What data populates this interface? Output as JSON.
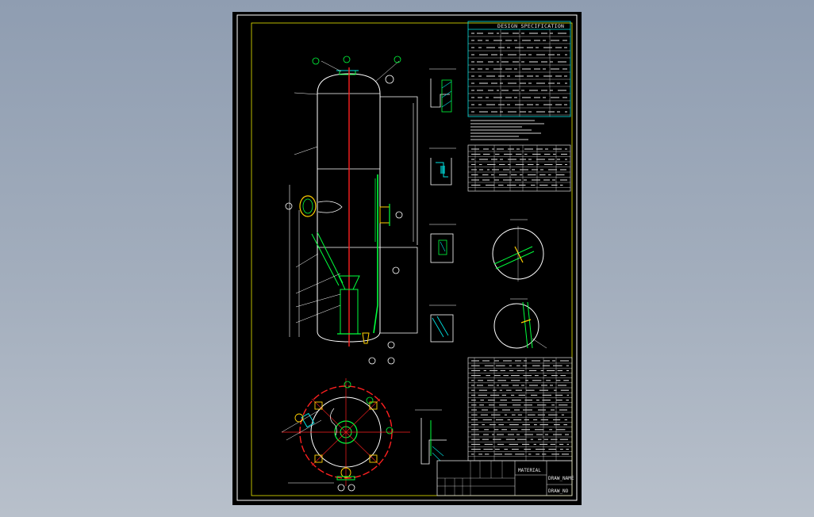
{
  "drawing": {
    "spec_title": "DESIGN SPECIFICATION",
    "material_label": "MATERIAL",
    "drawing_name_label": "DRAW_NAME",
    "drawing_number_label": "DRAW_NO"
  },
  "colors": {
    "background": "#000000",
    "frame": "#ffffff",
    "outline": "#ffffff",
    "centerline": "#ff2020",
    "pipe": "#00ff3c",
    "accent": "#ffd000",
    "dimension": "#00e0e0",
    "table_line": "#e0e0e0"
  }
}
